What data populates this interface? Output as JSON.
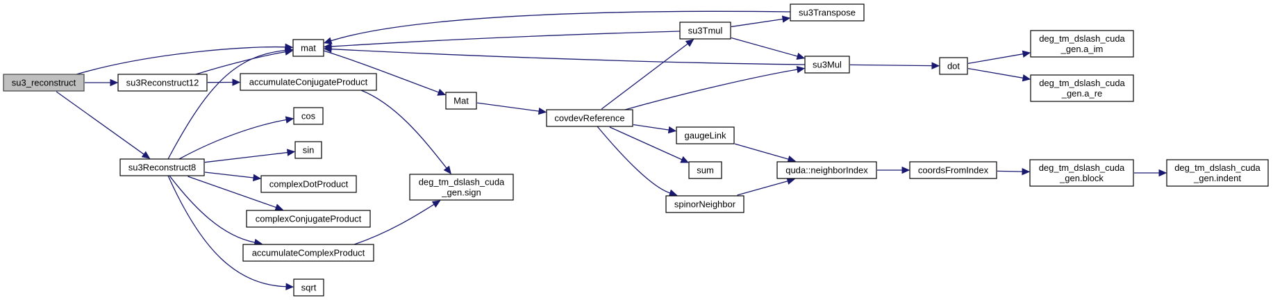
{
  "title": "su3_reconstruct call graph",
  "colors": {
    "edge": "#191970",
    "root_fill": "#bfbfbf",
    "node_fill": "#ffffff",
    "node_border": "#000000"
  },
  "nodes": [
    {
      "id": "su3_reconstruct",
      "lines": [
        "su3_reconstruct"
      ],
      "root": true
    },
    {
      "id": "su3Reconstruct12",
      "lines": [
        "su3Reconstruct12"
      ]
    },
    {
      "id": "su3Reconstruct8",
      "lines": [
        "su3Reconstruct8"
      ]
    },
    {
      "id": "mat",
      "lines": [
        "mat"
      ]
    },
    {
      "id": "accumulateConjugateProduct",
      "lines": [
        "accumulateConjugateProduct"
      ]
    },
    {
      "id": "cos",
      "lines": [
        "cos"
      ]
    },
    {
      "id": "sin",
      "lines": [
        "sin"
      ]
    },
    {
      "id": "complexDotProduct",
      "lines": [
        "complexDotProduct"
      ]
    },
    {
      "id": "complexConjugateProduct",
      "lines": [
        "complexConjugateProduct"
      ]
    },
    {
      "id": "accumulateComplexProduct",
      "lines": [
        "accumulateComplexProduct"
      ]
    },
    {
      "id": "sqrt",
      "lines": [
        "sqrt"
      ]
    },
    {
      "id": "sign",
      "lines": [
        "deg_tm_dslash_cuda",
        "_gen.sign"
      ]
    },
    {
      "id": "Mat",
      "lines": [
        "Mat"
      ]
    },
    {
      "id": "covdevReference",
      "lines": [
        "covdevReference"
      ]
    },
    {
      "id": "su3Tmul",
      "lines": [
        "su3Tmul"
      ]
    },
    {
      "id": "su3Transpose",
      "lines": [
        "su3Transpose"
      ]
    },
    {
      "id": "su3Mul",
      "lines": [
        "su3Mul"
      ]
    },
    {
      "id": "dot",
      "lines": [
        "dot"
      ]
    },
    {
      "id": "a_im",
      "lines": [
        "deg_tm_dslash_cuda",
        "_gen.a_im"
      ]
    },
    {
      "id": "a_re",
      "lines": [
        "deg_tm_dslash_cuda",
        "_gen.a_re"
      ]
    },
    {
      "id": "gaugeLink",
      "lines": [
        "gaugeLink"
      ]
    },
    {
      "id": "sum",
      "lines": [
        "sum"
      ]
    },
    {
      "id": "spinorNeighbor",
      "lines": [
        "spinorNeighbor"
      ]
    },
    {
      "id": "neighborIndex",
      "lines": [
        "quda::neighborIndex"
      ]
    },
    {
      "id": "coordsFromIndex",
      "lines": [
        "coordsFromIndex"
      ]
    },
    {
      "id": "block",
      "lines": [
        "deg_tm_dslash_cuda",
        "_gen.block"
      ]
    },
    {
      "id": "indent",
      "lines": [
        "deg_tm_dslash_cuda",
        "_gen.indent"
      ]
    }
  ],
  "edges": [
    [
      "su3_reconstruct",
      "mat"
    ],
    [
      "su3_reconstruct",
      "su3Reconstruct12"
    ],
    [
      "su3_reconstruct",
      "su3Reconstruct8"
    ],
    [
      "su3Reconstruct12",
      "mat"
    ],
    [
      "su3Reconstruct12",
      "accumulateConjugateProduct"
    ],
    [
      "su3Reconstruct8",
      "mat"
    ],
    [
      "su3Reconstruct8",
      "cos"
    ],
    [
      "su3Reconstruct8",
      "sin"
    ],
    [
      "su3Reconstruct8",
      "complexDotProduct"
    ],
    [
      "su3Reconstruct8",
      "complexConjugateProduct"
    ],
    [
      "su3Reconstruct8",
      "accumulateComplexProduct"
    ],
    [
      "su3Reconstruct8",
      "sqrt"
    ],
    [
      "accumulateConjugateProduct",
      "sign"
    ],
    [
      "accumulateComplexProduct",
      "sign"
    ],
    [
      "mat",
      "Mat"
    ],
    [
      "Mat",
      "covdevReference"
    ],
    [
      "covdevReference",
      "su3Tmul"
    ],
    [
      "covdevReference",
      "su3Mul"
    ],
    [
      "covdevReference",
      "gaugeLink"
    ],
    [
      "covdevReference",
      "sum"
    ],
    [
      "covdevReference",
      "spinorNeighbor"
    ],
    [
      "su3Tmul",
      "su3Transpose"
    ],
    [
      "su3Tmul",
      "su3Mul"
    ],
    [
      "su3Tmul",
      "mat"
    ],
    [
      "su3Transpose",
      "mat"
    ],
    [
      "su3Mul",
      "mat"
    ],
    [
      "su3Mul",
      "dot"
    ],
    [
      "dot",
      "a_im"
    ],
    [
      "dot",
      "a_re"
    ],
    [
      "gaugeLink",
      "neighborIndex"
    ],
    [
      "spinorNeighbor",
      "neighborIndex"
    ],
    [
      "neighborIndex",
      "coordsFromIndex"
    ],
    [
      "coordsFromIndex",
      "block"
    ],
    [
      "block",
      "indent"
    ]
  ]
}
